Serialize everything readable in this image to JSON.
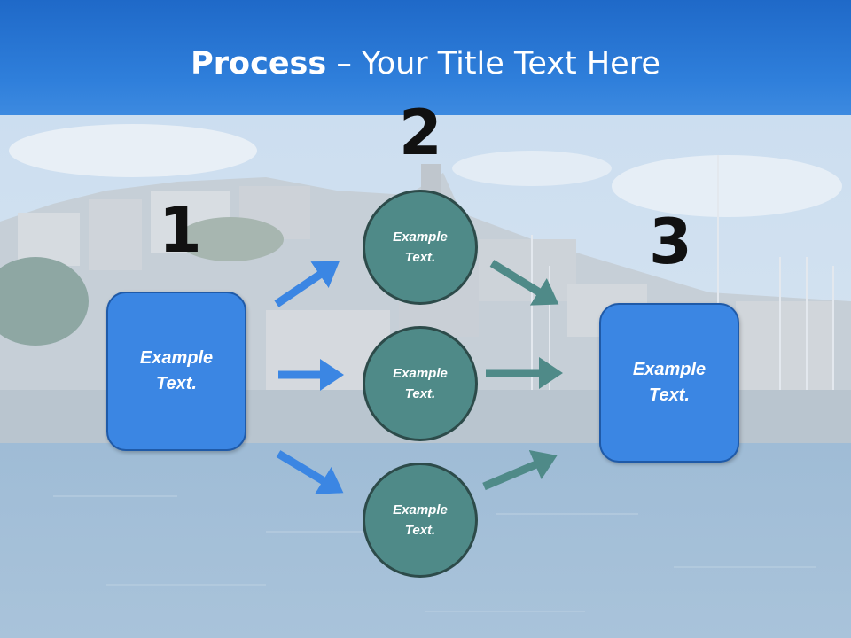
{
  "slide": {
    "title_bold": "Process",
    "title_rest": " – Your Title Text Here",
    "steps": [
      {
        "number": "1",
        "text": "Example\nText."
      },
      {
        "number": "2",
        "circles": [
          "Example\nText.",
          "Example\nText.",
          "Example\nText."
        ]
      },
      {
        "number": "3",
        "text": "Example\nText."
      }
    ]
  },
  "colors": {
    "title_bar": "#2f7fdb",
    "box_fill": "#3b86e3",
    "circle_fill": "#4f8a88",
    "blue_arrow": "#3b86e3",
    "teal_arrow": "#4f8a88"
  }
}
